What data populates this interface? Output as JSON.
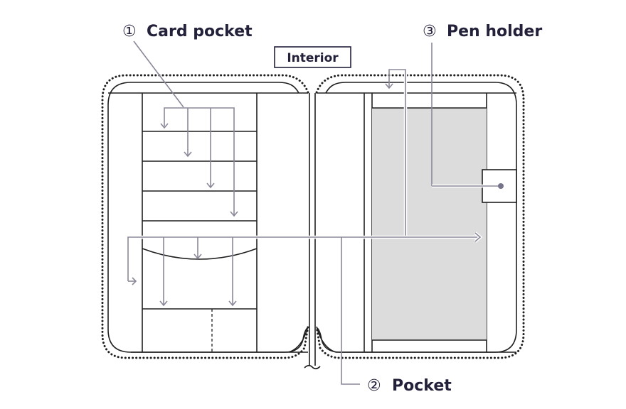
{
  "title_box": {
    "label": "Interior"
  },
  "callouts": [
    {
      "number": "①",
      "label": "Card pocket"
    },
    {
      "number": "②",
      "label": "Pocket"
    },
    {
      "number": "③",
      "label": "Pen holder"
    }
  ],
  "colors": {
    "text": "#23213a",
    "outline": "#1f1f1f",
    "leader": "#8a8898",
    "panel_fill": "#dcdcdc"
  }
}
